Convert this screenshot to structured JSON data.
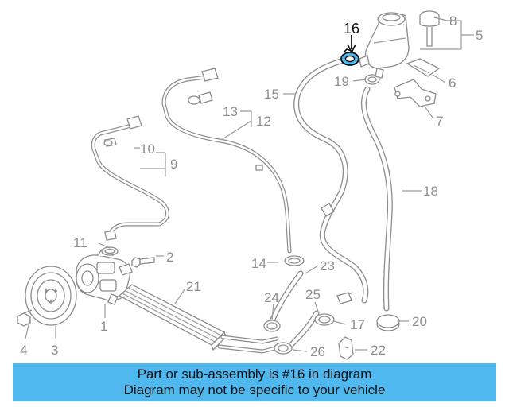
{
  "callouts": {
    "c1": "1",
    "c2": "2",
    "c3": "3",
    "c4": "4",
    "c5": "5",
    "c6": "6",
    "c7": "7",
    "c8": "8",
    "c9": "9",
    "c10": "10",
    "c11": "11",
    "c12": "12",
    "c13": "13",
    "c14": "14",
    "c15": "15",
    "c16": "16",
    "c17": "17",
    "c18": "18",
    "c19": "19",
    "c20": "20",
    "c21": "21",
    "c22": "22",
    "c23": "23",
    "c24": "24",
    "c25": "25",
    "c26": "26"
  },
  "highlight": {
    "part": "16",
    "color": "#4fb8ef"
  },
  "banner": {
    "line1": "Part or sub-assembly is #16 in diagram",
    "line2": "Diagram may not be specific to your vehicle",
    "color": "#4fb8ef"
  }
}
